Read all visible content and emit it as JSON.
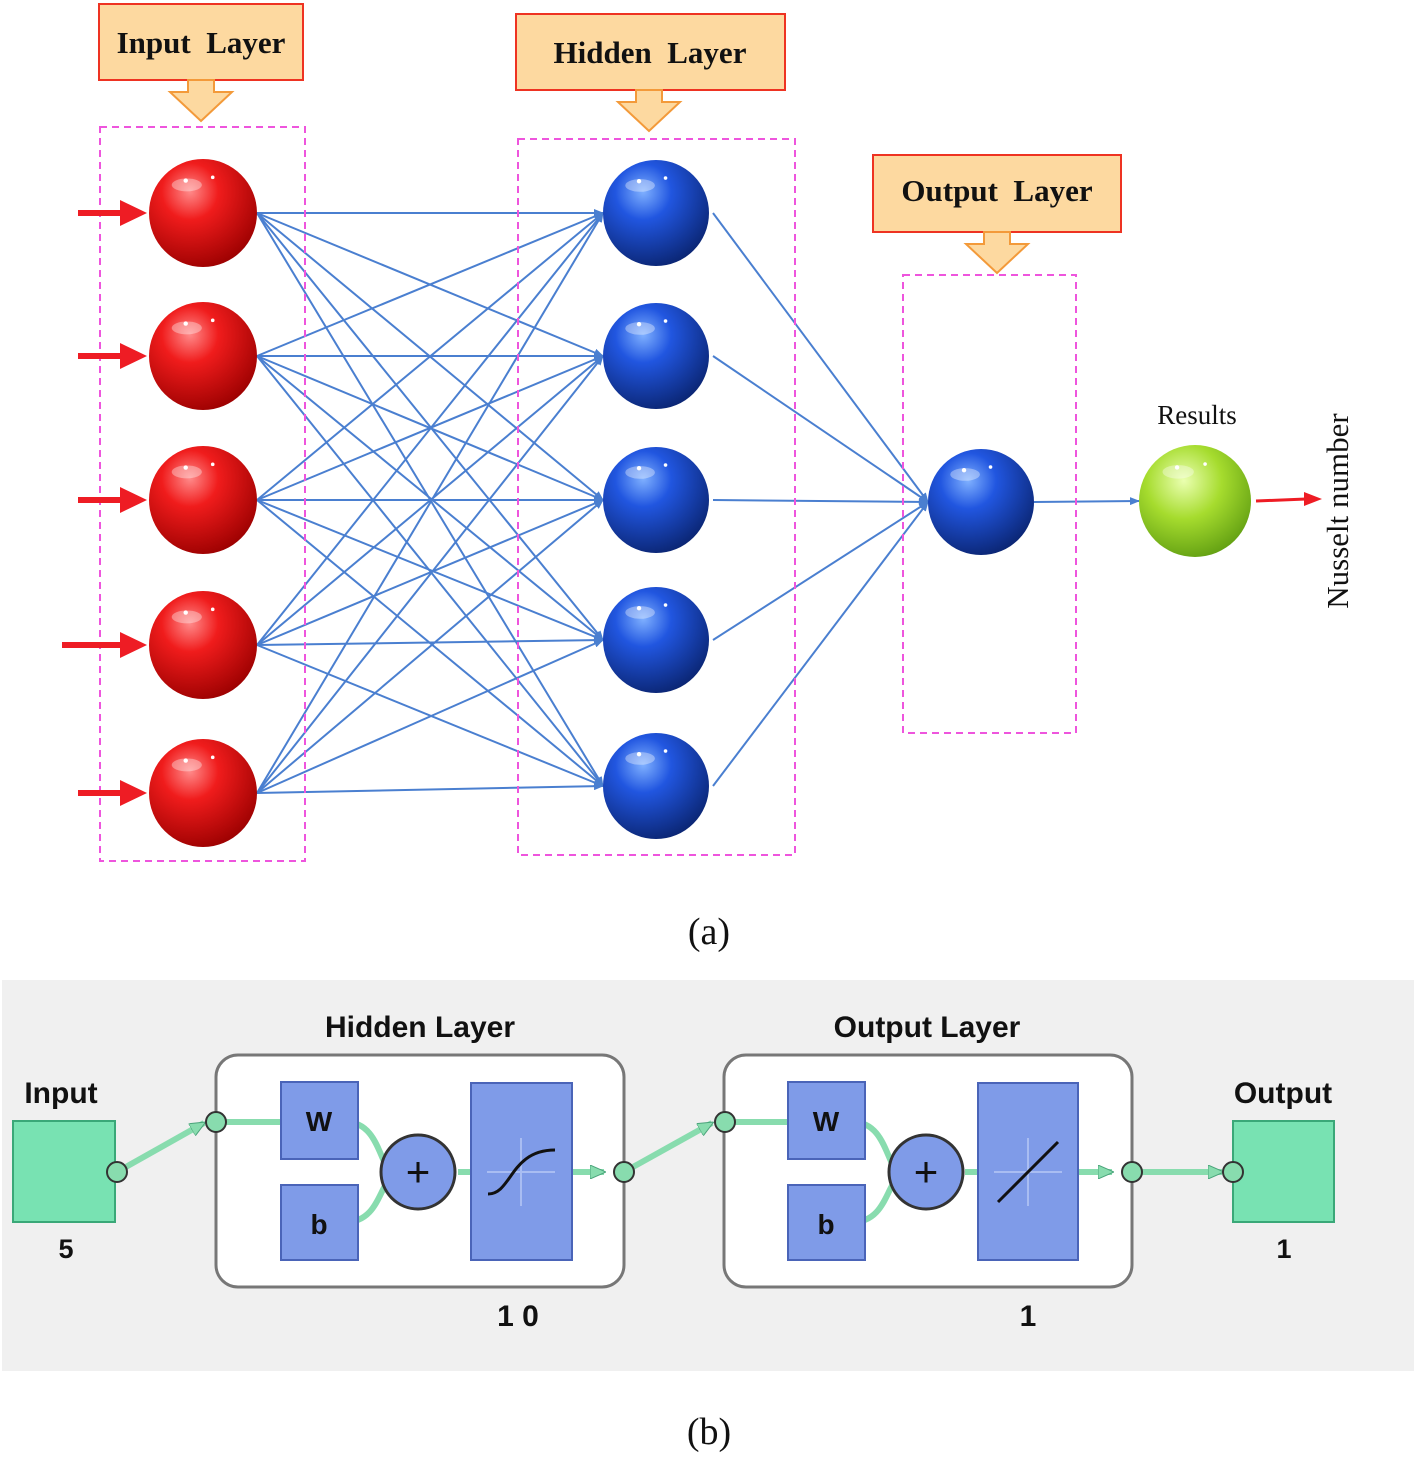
{
  "panel_a": {
    "input_layer_label": "Input  Layer",
    "hidden_layer_label": "Hidden  Layer",
    "output_layer_label": "Output  Layer",
    "results_label": "Results",
    "output_quantity_label": "Nusselt number",
    "caption": "(a)",
    "input_neuron_count": 5,
    "hidden_neuron_count": 5,
    "output_neuron_count": 1,
    "colors": {
      "input_neuron": "#e8141b",
      "hidden_neuron": "#1f4fd6",
      "result_neuron": "#9ed62a",
      "connection": "#4a7fd0",
      "arrow": "#ee1c24",
      "layer_box_border": "#ee55dd",
      "label_box_fill": "#fdd9a0",
      "label_box_border": "#ee3322",
      "label_arrow_fill": "#fdd9a0",
      "label_arrow_border": "#f39a3a"
    }
  },
  "panel_b": {
    "input_label": "Input",
    "input_size": "5",
    "hidden_layer_title": "Hidden Layer",
    "hidden_size": "1 0",
    "output_layer_title": "Output Layer",
    "output_size_layer": "1",
    "output_label": "Output",
    "output_size": "1",
    "weight_symbol": "W",
    "bias_symbol": "b",
    "sum_symbol": "+",
    "hidden_transfer_icon": "sigmoid-curve-icon",
    "output_transfer_icon": "linear-line-icon",
    "caption": "(b)",
    "colors": {
      "background": "#f0f0f0",
      "io_square": "#78e2b2",
      "block": "#7f9be8",
      "connector": "#88dcae"
    }
  }
}
